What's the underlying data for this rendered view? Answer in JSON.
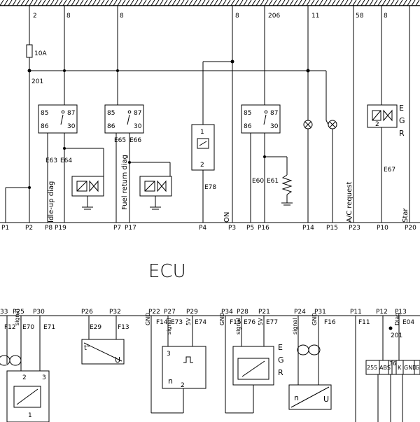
{
  "title": "ECU",
  "wire_numbers": [
    "2",
    "8",
    "8",
    "8",
    "206",
    "11",
    "58",
    "8"
  ],
  "fuse": "10A",
  "node": "201",
  "relay_pins": {
    "p85": "85",
    "p86": "86",
    "p87": "87",
    "p30": "30"
  },
  "relay_labels": [
    "E63",
    "E64",
    "E65",
    "E66",
    "E60",
    "E61",
    "E78",
    "E67"
  ],
  "rotated_labels": [
    "Idle-up diag",
    "Fuel return diag",
    "ON",
    "A/C request",
    "Star"
  ],
  "top_pins": [
    "P1",
    "P2",
    "P8",
    "P19",
    "P7",
    "P17",
    "P4",
    "P3",
    "P5",
    "P16",
    "P14",
    "P15",
    "P23",
    "P10",
    "P20"
  ],
  "egr": [
    "E",
    "G",
    "R"
  ],
  "bottom_pins": [
    "33",
    "P25",
    "P30",
    "P26",
    "P32",
    "P22",
    "P27",
    "P29",
    "P34",
    "P28",
    "P21",
    "P24",
    "P31",
    "P11",
    "P12",
    "P13"
  ],
  "bottom_labels": [
    "F12",
    "E70",
    "E71",
    "E29",
    "F13",
    "F14",
    "E73",
    "E74",
    "F15",
    "E76",
    "E77",
    "F16",
    "F11",
    "E04",
    "201"
  ],
  "bottom_vert": {
    "signal": "signal",
    "gnd": "GND",
    "v5": "5V",
    "diag": "Diag"
  },
  "sensor_marks": {
    "n": "n",
    "u": "U",
    "t": "t°",
    "two": "2",
    "three": "3",
    "one": "1"
  },
  "connector_row": [
    "255",
    "ABS",
    "3",
    "6",
    "K",
    "GND",
    "G"
  ]
}
